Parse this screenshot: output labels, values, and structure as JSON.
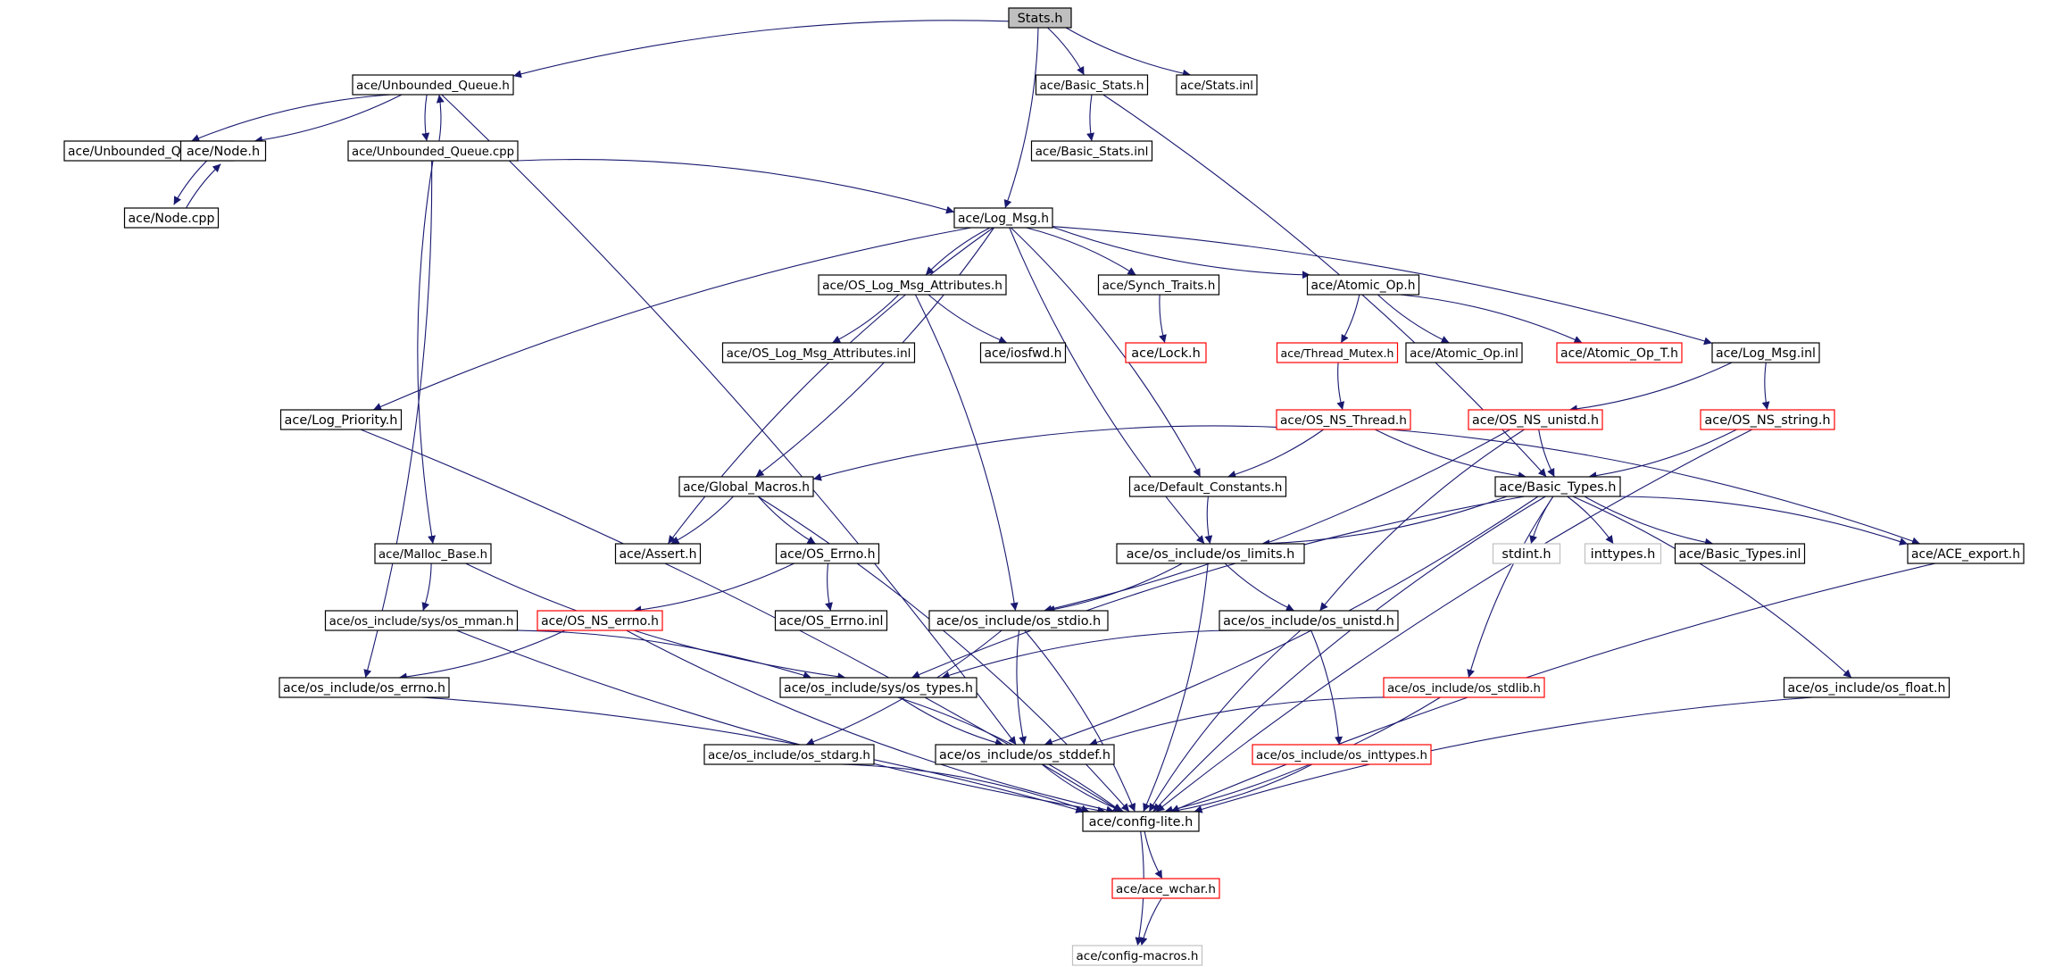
{
  "colors": {
    "edge": "#191970",
    "normal_border": "#000000",
    "missing_border": "#ff0000",
    "external_border": "#c0c0c0",
    "root_fill": "#bfbfbf",
    "fill": "#ffffff"
  },
  "nodes": [
    {
      "id": "stats_h",
      "label": "Stats.h",
      "kind": "root"
    },
    {
      "id": "unbounded_queue_h",
      "label": "ace/Unbounded_Queue.h",
      "kind": "normal"
    },
    {
      "id": "basic_stats_h",
      "label": "ace/Basic_Stats.h",
      "kind": "normal"
    },
    {
      "id": "stats_inl",
      "label": "ace/Stats.inl",
      "kind": "normal"
    },
    {
      "id": "unbounded_queue_inl",
      "label": "ace/Unbounded_Queue.inl",
      "kind": "normal"
    },
    {
      "id": "node_h",
      "label": "ace/Node.h",
      "kind": "normal"
    },
    {
      "id": "unbounded_queue_cpp",
      "label": "ace/Unbounded_Queue.cpp",
      "kind": "normal"
    },
    {
      "id": "basic_stats_inl",
      "label": "ace/Basic_Stats.inl",
      "kind": "normal"
    },
    {
      "id": "node_cpp",
      "label": "ace/Node.cpp",
      "kind": "normal"
    },
    {
      "id": "log_msg_h",
      "label": "ace/Log_Msg.h",
      "kind": "normal"
    },
    {
      "id": "os_log_msg_attributes_h",
      "label": "ace/OS_Log_Msg_Attributes.h",
      "kind": "normal"
    },
    {
      "id": "synch_traits_h",
      "label": "ace/Synch_Traits.h",
      "kind": "normal"
    },
    {
      "id": "atomic_op_h",
      "label": "ace/Atomic_Op.h",
      "kind": "normal"
    },
    {
      "id": "os_log_msg_attributes_inl",
      "label": "ace/OS_Log_Msg_Attributes.inl",
      "kind": "normal"
    },
    {
      "id": "iosfwd_h",
      "label": "ace/iosfwd.h",
      "kind": "normal"
    },
    {
      "id": "lock_h",
      "label": "ace/Lock.h",
      "kind": "missing"
    },
    {
      "id": "thread_mutex_h",
      "label": "ace/Thread_Mutex.h",
      "kind": "missing"
    },
    {
      "id": "atomic_op_inl",
      "label": "ace/Atomic_Op.inl",
      "kind": "normal"
    },
    {
      "id": "atomic_op_t_h",
      "label": "ace/Atomic_Op_T.h",
      "kind": "missing"
    },
    {
      "id": "log_msg_inl",
      "label": "ace/Log_Msg.inl",
      "kind": "normal"
    },
    {
      "id": "log_priority_h",
      "label": "ace/Log_Priority.h",
      "kind": "normal"
    },
    {
      "id": "os_ns_thread_h",
      "label": "ace/OS_NS_Thread.h",
      "kind": "missing"
    },
    {
      "id": "os_ns_unistd_h",
      "label": "ace/OS_NS_unistd.h",
      "kind": "missing"
    },
    {
      "id": "os_ns_string_h",
      "label": "ace/OS_NS_string.h",
      "kind": "missing"
    },
    {
      "id": "global_macros_h",
      "label": "ace/Global_Macros.h",
      "kind": "normal"
    },
    {
      "id": "default_constants_h",
      "label": "ace/Default_Constants.h",
      "kind": "normal"
    },
    {
      "id": "basic_types_h",
      "label": "ace/Basic_Types.h",
      "kind": "normal"
    },
    {
      "id": "malloc_base_h",
      "label": "ace/Malloc_Base.h",
      "kind": "normal"
    },
    {
      "id": "assert_h",
      "label": "ace/Assert.h",
      "kind": "normal"
    },
    {
      "id": "os_errno_h",
      "label": "ace/OS_Errno.h",
      "kind": "normal"
    },
    {
      "id": "os_limits_h",
      "label": "ace/os_include/os_limits.h",
      "kind": "normal"
    },
    {
      "id": "stdint_h",
      "label": "stdint.h",
      "kind": "external"
    },
    {
      "id": "inttypes_h",
      "label": "inttypes.h",
      "kind": "external"
    },
    {
      "id": "basic_types_inl",
      "label": "ace/Basic_Types.inl",
      "kind": "normal"
    },
    {
      "id": "ace_export_h",
      "label": "ace/ACE_export.h",
      "kind": "normal"
    },
    {
      "id": "os_mman_h",
      "label": "ace/os_include/sys/os_mman.h",
      "kind": "normal"
    },
    {
      "id": "os_ns_errno_h",
      "label": "ace/OS_NS_errno.h",
      "kind": "missing"
    },
    {
      "id": "os_errno_inl",
      "label": "ace/OS_Errno.inl",
      "kind": "normal"
    },
    {
      "id": "os_stdio_h",
      "label": "ace/os_include/os_stdio.h",
      "kind": "normal"
    },
    {
      "id": "os_unistd_h",
      "label": "ace/os_include/os_unistd.h",
      "kind": "normal"
    },
    {
      "id": "os_errno_inc_h",
      "label": "ace/os_include/os_errno.h",
      "kind": "normal"
    },
    {
      "id": "os_types_h",
      "label": "ace/os_include/sys/os_types.h",
      "kind": "normal"
    },
    {
      "id": "os_stdlib_h",
      "label": "ace/os_include/os_stdlib.h",
      "kind": "missing"
    },
    {
      "id": "os_float_h",
      "label": "ace/os_include/os_float.h",
      "kind": "normal"
    },
    {
      "id": "os_stdarg_h",
      "label": "ace/os_include/os_stdarg.h",
      "kind": "normal"
    },
    {
      "id": "os_stddef_h",
      "label": "ace/os_include/os_stddef.h",
      "kind": "normal"
    },
    {
      "id": "os_inttypes_h",
      "label": "ace/os_include/os_inttypes.h",
      "kind": "missing"
    },
    {
      "id": "config_lite_h",
      "label": "ace/config-lite.h",
      "kind": "normal"
    },
    {
      "id": "ace_wchar_h",
      "label": "ace/ace_wchar.h",
      "kind": "missing"
    },
    {
      "id": "config_macros_h",
      "label": "ace/config-macros.h",
      "kind": "external"
    }
  ],
  "edges": [
    [
      "stats_h",
      "unbounded_queue_h"
    ],
    [
      "stats_h",
      "basic_stats_h"
    ],
    [
      "stats_h",
      "stats_inl"
    ],
    [
      "stats_h",
      "log_msg_h"
    ],
    [
      "unbounded_queue_h",
      "unbounded_queue_inl"
    ],
    [
      "unbounded_queue_h",
      "node_h"
    ],
    [
      "unbounded_queue_h",
      "unbounded_queue_cpp"
    ],
    [
      "unbounded_queue_h",
      "os_stddef_h"
    ],
    [
      "unbounded_queue_cpp",
      "unbounded_queue_h"
    ],
    [
      "unbounded_queue_cpp",
      "log_msg_h"
    ],
    [
      "unbounded_queue_cpp",
      "malloc_base_h"
    ],
    [
      "unbounded_queue_cpp",
      "os_errno_inc_h"
    ],
    [
      "node_h",
      "node_cpp"
    ],
    [
      "node_cpp",
      "node_h"
    ],
    [
      "basic_stats_h",
      "basic_stats_inl"
    ],
    [
      "basic_stats_h",
      "basic_types_h"
    ],
    [
      "log_msg_h",
      "os_log_msg_attributes_h"
    ],
    [
      "log_msg_h",
      "synch_traits_h"
    ],
    [
      "log_msg_h",
      "atomic_op_h"
    ],
    [
      "log_msg_h",
      "log_msg_inl"
    ],
    [
      "log_msg_h",
      "log_priority_h"
    ],
    [
      "log_msg_h",
      "global_macros_h"
    ],
    [
      "log_msg_h",
      "assert_h"
    ],
    [
      "log_msg_h",
      "default_constants_h"
    ],
    [
      "log_msg_h",
      "os_limits_h"
    ],
    [
      "os_log_msg_attributes_h",
      "os_log_msg_attributes_inl"
    ],
    [
      "os_log_msg_attributes_h",
      "iosfwd_h"
    ],
    [
      "os_log_msg_attributes_h",
      "os_stdio_h"
    ],
    [
      "synch_traits_h",
      "lock_h"
    ],
    [
      "atomic_op_h",
      "thread_mutex_h"
    ],
    [
      "atomic_op_h",
      "atomic_op_inl"
    ],
    [
      "atomic_op_h",
      "atomic_op_t_h"
    ],
    [
      "thread_mutex_h",
      "os_ns_thread_h"
    ],
    [
      "log_msg_inl",
      "os_ns_unistd_h"
    ],
    [
      "log_msg_inl",
      "os_ns_string_h"
    ],
    [
      "log_priority_h",
      "config_lite_h"
    ],
    [
      "os_ns_thread_h",
      "global_macros_h"
    ],
    [
      "os_ns_thread_h",
      "default_constants_h"
    ],
    [
      "os_ns_thread_h",
      "basic_types_h"
    ],
    [
      "os_ns_thread_h",
      "ace_export_h"
    ],
    [
      "os_ns_unistd_h",
      "basic_types_h"
    ],
    [
      "os_ns_unistd_h",
      "os_stdio_h"
    ],
    [
      "os_ns_unistd_h",
      "os_unistd_h"
    ],
    [
      "os_ns_string_h",
      "basic_types_h"
    ],
    [
      "os_ns_string_h",
      "config_lite_h"
    ],
    [
      "global_macros_h",
      "assert_h"
    ],
    [
      "global_macros_h",
      "os_errno_h"
    ],
    [
      "global_macros_h",
      "config_lite_h"
    ],
    [
      "default_constants_h",
      "os_limits_h"
    ],
    [
      "basic_types_h",
      "os_limits_h"
    ],
    [
      "basic_types_h",
      "stdint_h"
    ],
    [
      "basic_types_h",
      "inttypes_h"
    ],
    [
      "basic_types_h",
      "basic_types_inl"
    ],
    [
      "basic_types_h",
      "ace_export_h"
    ],
    [
      "basic_types_h",
      "os_types_h"
    ],
    [
      "basic_types_h",
      "os_stddef_h"
    ],
    [
      "basic_types_h",
      "os_stdlib_h"
    ],
    [
      "basic_types_h",
      "os_float_h"
    ],
    [
      "basic_types_h",
      "config_lite_h"
    ],
    [
      "malloc_base_h",
      "os_mman_h"
    ],
    [
      "malloc_base_h",
      "os_types_h"
    ],
    [
      "os_errno_h",
      "os_ns_errno_h"
    ],
    [
      "os_errno_h",
      "os_errno_inl"
    ],
    [
      "os_limits_h",
      "os_stdio_h"
    ],
    [
      "os_limits_h",
      "os_unistd_h"
    ],
    [
      "os_limits_h",
      "config_lite_h"
    ],
    [
      "ace_export_h",
      "config_lite_h"
    ],
    [
      "os_mman_h",
      "os_types_h"
    ],
    [
      "os_mman_h",
      "config_lite_h"
    ],
    [
      "os_ns_errno_h",
      "os_errno_inc_h"
    ],
    [
      "os_ns_errno_h",
      "config_lite_h"
    ],
    [
      "os_stdio_h",
      "os_stdarg_h"
    ],
    [
      "os_stdio_h",
      "os_stddef_h"
    ],
    [
      "os_stdio_h",
      "config_lite_h"
    ],
    [
      "os_unistd_h",
      "os_types_h"
    ],
    [
      "os_unistd_h",
      "os_inttypes_h"
    ],
    [
      "os_unistd_h",
      "config_lite_h"
    ],
    [
      "os_errno_inc_h",
      "config_lite_h"
    ],
    [
      "os_types_h",
      "os_stddef_h"
    ],
    [
      "os_types_h",
      "config_lite_h"
    ],
    [
      "os_stdlib_h",
      "os_stddef_h"
    ],
    [
      "os_stdlib_h",
      "config_lite_h"
    ],
    [
      "os_float_h",
      "config_lite_h"
    ],
    [
      "os_stdarg_h",
      "config_lite_h"
    ],
    [
      "os_stddef_h",
      "config_lite_h"
    ],
    [
      "os_inttypes_h",
      "config_lite_h"
    ],
    [
      "config_lite_h",
      "ace_wchar_h"
    ],
    [
      "config_lite_h",
      "config_macros_h"
    ],
    [
      "ace_wchar_h",
      "config_macros_h"
    ]
  ]
}
